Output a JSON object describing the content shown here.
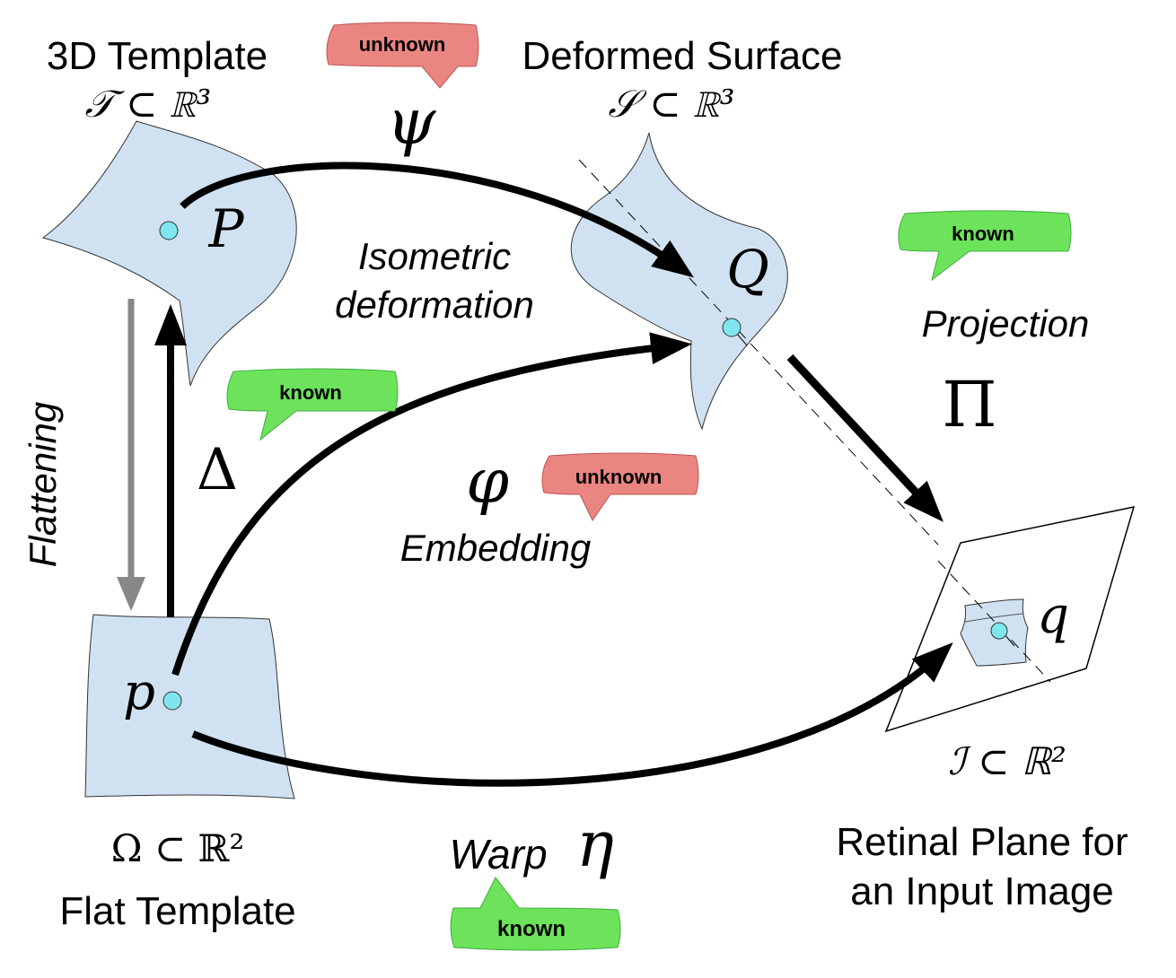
{
  "labels": {
    "template_3d": "3D Template",
    "template_3d_math": "𝒯 ⊂ ℝ³",
    "deformed_surface": "Deformed Surface",
    "deformed_surface_math": "𝒮 ⊂ ℝ³",
    "psi": "ψ",
    "point_P": "P",
    "point_Q": "Q",
    "point_p": "p",
    "point_q": "q",
    "isometric_line1": "Isometric",
    "isometric_line2": "deformation",
    "projection": "Projection",
    "pi": "Π",
    "delta": "Δ",
    "flattening": "Flattening",
    "phi": "φ",
    "embedding": "Embedding",
    "image_plane_math": "ℐ ⊂ ℝ²",
    "omega_math": "Ω ⊂ ℝ²",
    "flat_template": "Flat Template",
    "warp": "Warp",
    "eta": "η",
    "retinal_line1": "Retinal Plane for",
    "retinal_line2": "an Input Image"
  },
  "badges": {
    "psi_badge": "unknown",
    "projection_badge": "known",
    "delta_badge": "known",
    "phi_badge": "unknown",
    "warp_badge": "known"
  },
  "colors": {
    "surface_fill": "#d0e2f2",
    "point_fill": "#7fe6ee",
    "known_fill": "#6ce35a",
    "unknown_fill": "#eb8581",
    "arrow_black": "#000000",
    "arrow_gray": "#888888"
  }
}
